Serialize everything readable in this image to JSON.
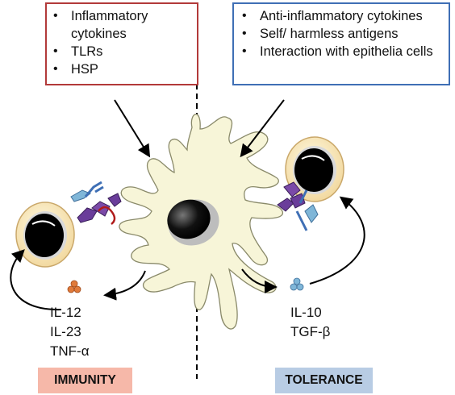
{
  "left_box": {
    "items": [
      "Inflammatory cytokines",
      "TLRs",
      "HSP"
    ],
    "border_color": "#b23a3a"
  },
  "right_box": {
    "items": [
      "Anti-inflammatory cytokines",
      "Self/ harmless antigens",
      "Interaction with epithelia cells"
    ],
    "border_color": "#3f6fb5"
  },
  "left_cytokines": [
    "IL-12",
    "IL-23",
    "TNF-α"
  ],
  "right_cytokines": [
    "IL-10",
    "TGF-β"
  ],
  "labels": {
    "immunity": "IMMUNITY",
    "tolerance": "TOLERANCE"
  },
  "colors": {
    "immunity_bg": "#f6b8a9",
    "tolerance_bg": "#b8cce4",
    "dendritic_cell_fill": "#f7f5d8",
    "granule_orange": "#e07a3a",
    "granule_blue": "#7fb6d8"
  }
}
